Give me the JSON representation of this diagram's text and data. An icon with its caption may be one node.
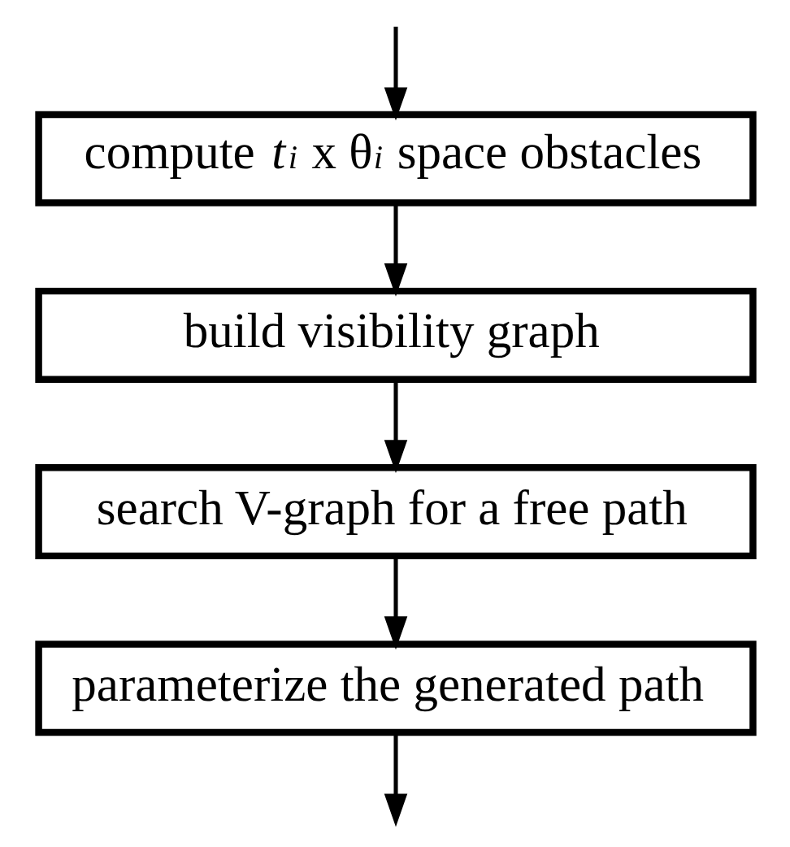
{
  "diagram": {
    "nodes": [
      {
        "text": [
          "compute *t*$_{i}$ x θ$_{i}$ space obstacles"
        ]
      },
      {
        "text": [
          "build visibility graph"
        ]
      },
      {
        "text": [
          "search V-graph for a free path"
        ]
      },
      {
        "text": [
          "parameterize the generated path"
        ]
      }
    ],
    "edges": [
      {
        "from": null,
        "to": 0,
        "arrow": "to"
      },
      {
        "from": 0,
        "to": 1,
        "arrow": "to"
      },
      {
        "from": 1,
        "to": 2,
        "arrow": "to"
      },
      {
        "from": 2,
        "to": 3,
        "arrow": "to"
      },
      {
        "from": 3,
        "to": null,
        "arrow": "to"
      }
    ]
  }
}
